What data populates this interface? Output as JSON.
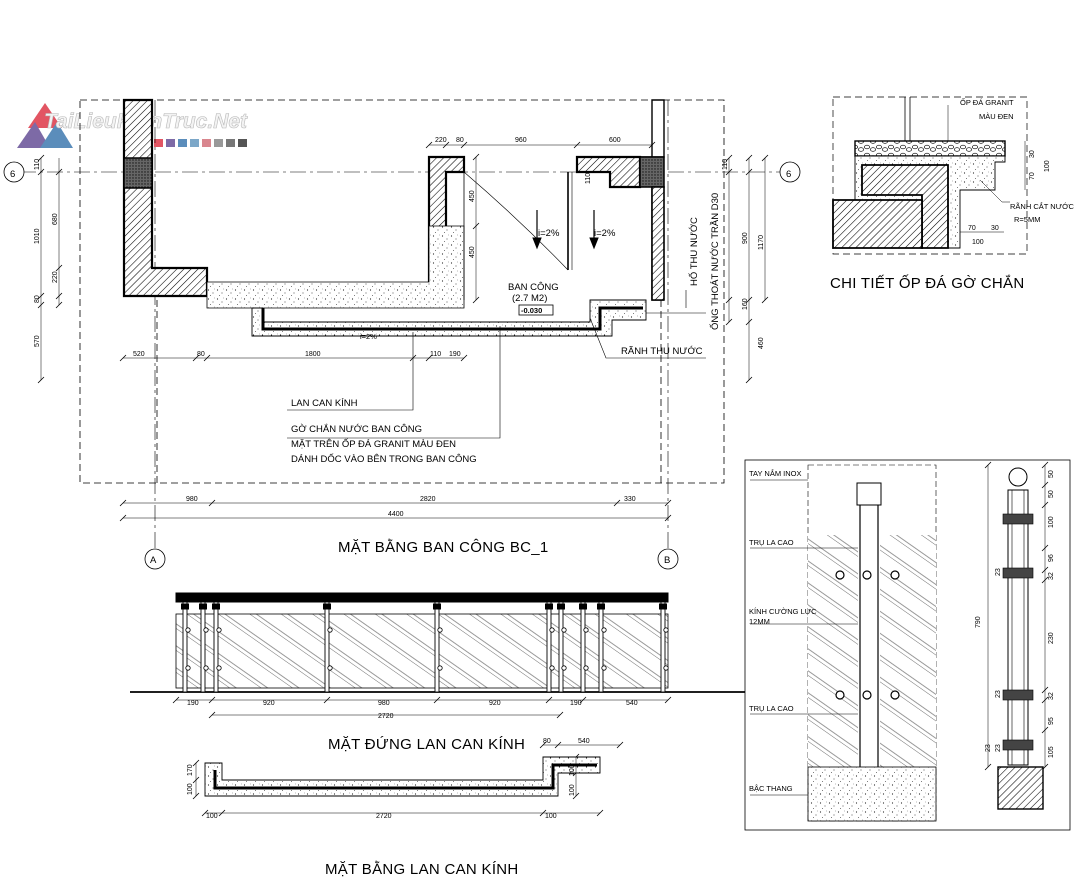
{
  "watermark": {
    "text": "TaiLieuKienTruc.Net",
    "swatches": [
      "#e25563",
      "#7d6aa6",
      "#5b8dbb",
      "#7ca7c8",
      "#d9868e",
      "#999999",
      "#777777",
      "#555555"
    ]
  },
  "titles": {
    "plan": "MẶT BẰNG BAN CÔNG BC_1",
    "elevation": "MẶT ĐỨNG LAN CAN KÍNH",
    "rail_plan": "MẶT BẰNG LAN CAN KÍNH",
    "stone_detail": "CHI TIẾT ỐP ĐÁ GỜ CHẮN"
  },
  "grid": {
    "g6": "6",
    "gA": "A",
    "gB": "B"
  },
  "plan_labels": {
    "balcony": "BAN CÔNG",
    "area": "(2.7 M2)",
    "level": "-0.030",
    "slope1": "i=2%",
    "slope2": "i=2%",
    "slope3": "i=2%",
    "ho_thu": "HỐ THU NƯỚC",
    "ong": "ỐNG THOÁT NƯỚC TRẦN D30",
    "ranh": "RÃNH THU NƯỚC",
    "lan_can": "LAN CAN KÍNH",
    "go1": "GỜ CHẮN NƯỚC BAN CÔNG",
    "go2": "MẶT TRÊN ỐP ĐÁ GRANIT MÀU ĐEN",
    "go3": "DÁNH DỐC VÀO BÊN TRONG BAN CÔNG"
  },
  "plan_dims": {
    "top": [
      "220",
      "80",
      "960",
      "600"
    ],
    "bottom": [
      "520",
      "80",
      "1800",
      "110",
      "190"
    ],
    "overall": [
      "980",
      "2820",
      "330",
      "4400"
    ],
    "left": [
      "110",
      "1010",
      "680",
      "220",
      "80",
      "570"
    ],
    "right_a": [
      "110",
      "450",
      "450",
      "160"
    ],
    "right_b": [
      "110",
      "900",
      "1170",
      "460"
    ],
    "inner": [
      "110"
    ]
  },
  "detail_stone": {
    "l1": "ỐP ĐÁ GRANIT",
    "l2": "MÀU ĐEN",
    "l3": "RÃNH CẮT NƯỚC",
    "l4": "R=5MM",
    "d": [
      "30",
      "70",
      "100",
      "70",
      "30",
      "100"
    ]
  },
  "elevation_dims": {
    "segs": [
      "190",
      "920",
      "980",
      "920",
      "190",
      "540"
    ],
    "total": "2720"
  },
  "rail_plan_dims": {
    "top": [
      "80",
      "540"
    ],
    "left": [
      "100",
      "170"
    ],
    "right": [
      "100",
      "100"
    ],
    "bottom": [
      "100",
      "2720",
      "100"
    ]
  },
  "post_detail": {
    "labels": [
      "TAY NẮM INOX",
      "TRỤ LA CAO",
      "KÍNH CƯỜNG LỰC",
      "12MM",
      "TRỤ LA CAO",
      "BẬC THANG"
    ],
    "dims": [
      "50",
      "50",
      "100",
      "96",
      "32",
      "23",
      "230",
      "23",
      "32",
      "95",
      "23",
      "23",
      "105"
    ],
    "total": "790"
  }
}
